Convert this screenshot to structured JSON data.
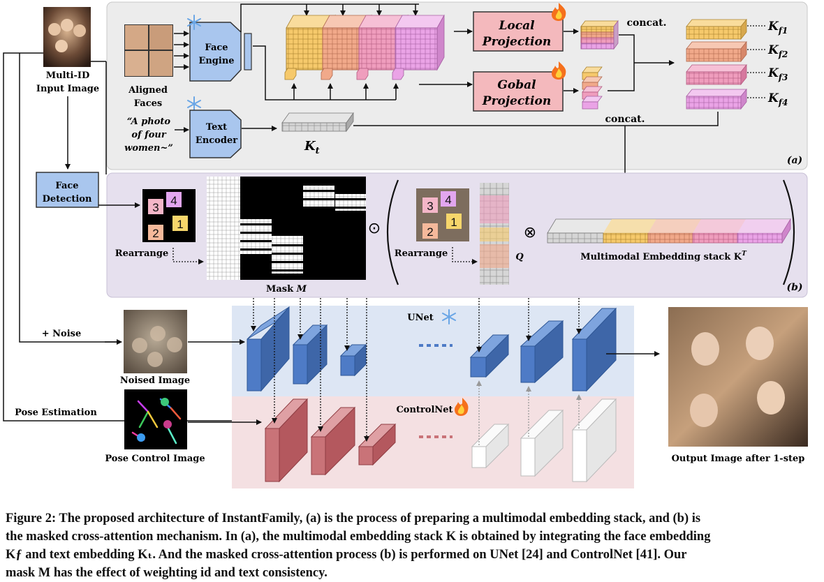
{
  "labels": {
    "multi_id_1": "Multi-ID",
    "multi_id_2": "Input Image",
    "aligned_1": "Aligned",
    "aligned_2": "Faces",
    "face_engine_1": "Face",
    "face_engine_2": "Engine",
    "text_encoder_1": "Text",
    "text_encoder_2": "Encoder",
    "prompt_1": "“A photo",
    "prompt_2": "of four",
    "prompt_3": "women~”",
    "kt_base": "K",
    "kt_sub": "t",
    "local_proj_1": "Local",
    "local_proj_2": "Projection",
    "global_proj_1": "Gobal",
    "global_proj_2": "Projection",
    "concat_top": "concat.",
    "concat_mid": "concat.",
    "kf1_sub": "f1",
    "kf2_sub": "f2",
    "kf3_sub": "f3",
    "kf4_sub": "f4",
    "k_base": "K",
    "panel_a": "(a)",
    "panel_b": "(b)",
    "face_detection_1": "Face",
    "face_detection_2": "Detection",
    "rearrange_left": "Rearrange",
    "rearrange_right": "Rearrange",
    "mask_label": "Mask ",
    "mask_var": "M",
    "q_label": "Q",
    "odot": "⊙",
    "otimes": "⊗",
    "stack_label": "Multimodal Embedding stack K",
    "stack_sup": "T",
    "noise": "+ Noise",
    "noised_image": "Noised Image",
    "pose_estimation": "Pose Estimation",
    "pose_control": "Pose Control Image",
    "unet": "UNet",
    "controlnet": "ControlNet",
    "output": "Output Image after 1-step",
    "id1": "1",
    "id2": "2",
    "id3": "3",
    "id4": "4"
  },
  "caption": {
    "line1": "Figure 2: The proposed architecture of InstantFamily, (a) is the process of preparing a multimodal embedding stack, and (b) is",
    "line2": "the masked cross-attention mechanism. In (a), the multimodal embedding stack K is obtained by integrating the face embedding",
    "line3": "Kƒ and text embedding Kₜ. And the masked cross-attention process (b) is performed on UNet [24] and ControlNet [41]. Our",
    "line4": "mask M has the effect of weighting id and text consistency."
  },
  "colors": {
    "panel_a_bg": "#ececec",
    "panel_b_bg": "#e6e0ee",
    "unet_bg": "#dde6f4",
    "controlnet_bg": "#f4e0e2",
    "module_blue": "#a9c6ee",
    "projection_pink": "#f4b9bd",
    "unet_block": "#4e7bc6",
    "controlnet_block": "#c97378",
    "embed_yellow": "#f6c96b",
    "embed_orange": "#f1a98a",
    "embed_pink": "#ef9dbd",
    "embed_violet": "#eaa3e6",
    "embed_gray": "#cfcfcf"
  },
  "icons": [
    "snowflake-icon",
    "fire-icon"
  ]
}
